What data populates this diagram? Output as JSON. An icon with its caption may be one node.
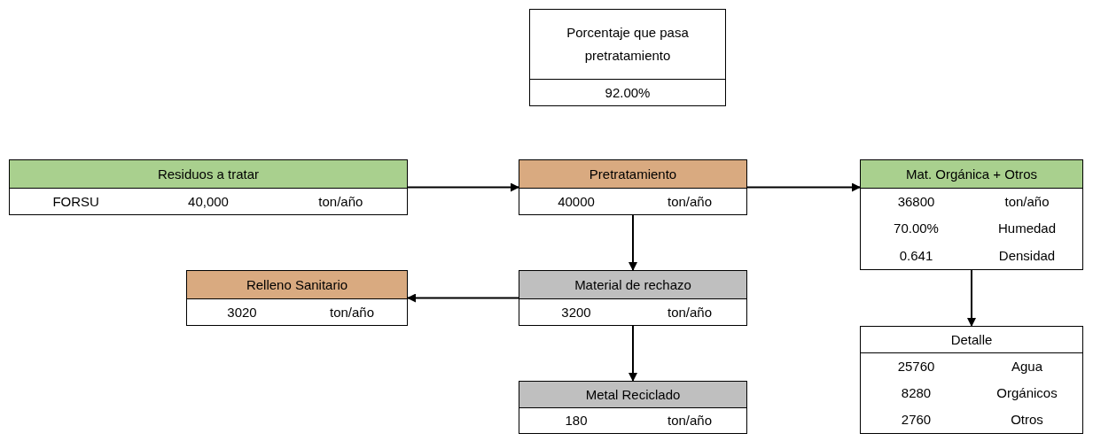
{
  "diagram": {
    "nodes": [
      {
        "text": [
          "Porcentaje que pasa pretratamiento",
          "92.00%"
        ]
      },
      {
        "text": [
          "Residuos a tratar",
          "FORSU",
          "40,000",
          "ton/año"
        ]
      },
      {
        "text": [
          "Pretratamiento",
          "40000",
          "ton/año"
        ]
      },
      {
        "text": [
          "Mat. Orgánica + Otros",
          "36800",
          "ton/año",
          "70.00%",
          "Humedad",
          "0.641",
          "Densidad"
        ]
      },
      {
        "text": [
          "Relleno Sanitario",
          "3020",
          "ton/año"
        ]
      },
      {
        "text": [
          "Material de rechazo",
          "3200",
          "ton/año"
        ]
      },
      {
        "text": [
          "Metal Reciclado",
          "180",
          "ton/año"
        ]
      },
      {
        "text": [
          "Detalle",
          "25760",
          "Agua",
          "8280",
          "Orgánicos",
          "2760",
          "Otros"
        ]
      }
    ],
    "edges": [
      {
        "from": 1,
        "to": 2,
        "arrow": "to"
      },
      {
        "from": 2,
        "to": 3,
        "arrow": "to"
      },
      {
        "from": 2,
        "to": 5,
        "arrow": "to"
      },
      {
        "from": 5,
        "to": 4,
        "arrow": "to"
      },
      {
        "from": 5,
        "to": 6,
        "arrow": "to"
      },
      {
        "from": 3,
        "to": 7,
        "arrow": "to"
      }
    ]
  }
}
